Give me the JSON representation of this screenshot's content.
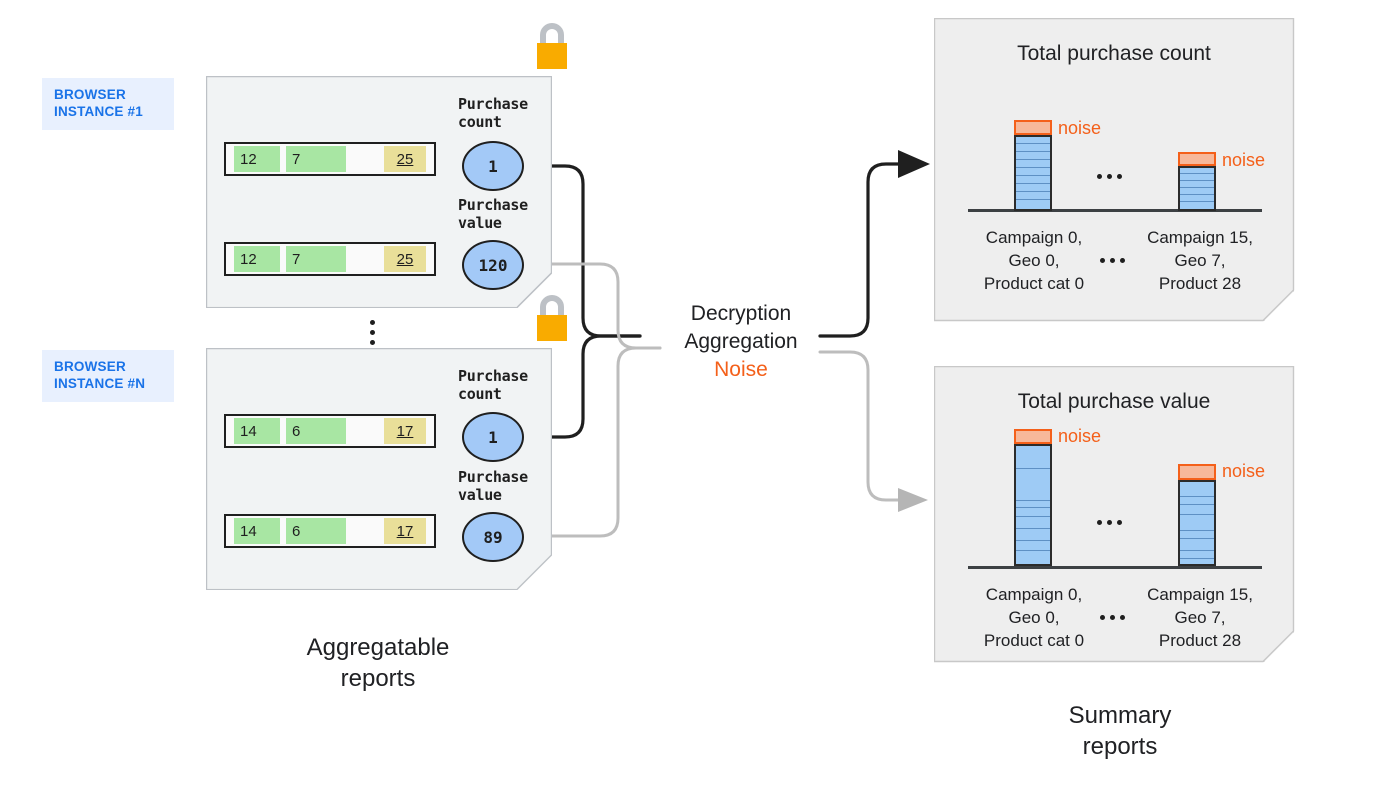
{
  "diagram": {
    "left_caption": "Aggregatable\nreports",
    "right_caption": "Summary\nreports",
    "process_lines": {
      "line1": "Decryption",
      "line2": "Aggregation",
      "line3": "Noise"
    },
    "ellipsis": "⋮",
    "colors": {
      "badge_bg": "#e8f0fe",
      "badge_text": "#1a73e8",
      "card_bg": "#f1f3f4",
      "card_border": "#bdc1c6",
      "cell_green": "#a8e6a3",
      "cell_yellow": "#e9df99",
      "bubble_blue": "#a3c9f7",
      "bar_blue": "#9ecbf5",
      "noise_orange": "#f4601a",
      "noise_fill": "#f7b89a",
      "lock_body": "#f9ab00",
      "lock_shackle": "#bdc1c6",
      "wire_black": "#1f1f1f",
      "wire_gray": "#bdbdbd"
    }
  },
  "browser_instances": [
    {
      "badge_label": "BROWSER\nINSTANCE #1",
      "lock_icon": "padlock-icon",
      "metrics": [
        {
          "label": "Purchase\ncount",
          "value": "1",
          "row": {
            "key1": "12",
            "key2": "7",
            "value": "25"
          }
        },
        {
          "label": "Purchase\nvalue",
          "value": "120",
          "row": {
            "key1": "12",
            "key2": "7",
            "value": "25"
          }
        }
      ]
    },
    {
      "badge_label": "BROWSER\nINSTANCE #N",
      "lock_icon": "padlock-icon",
      "metrics": [
        {
          "label": "Purchase\ncount",
          "value": "1",
          "row": {
            "key1": "14",
            "key2": "6",
            "value": "17"
          }
        },
        {
          "label": "Purchase\nvalue",
          "value": "89",
          "row": {
            "key1": "14",
            "key2": "6",
            "value": "17"
          }
        }
      ]
    }
  ],
  "chart_data": [
    {
      "type": "bar",
      "title": "Total purchase count",
      "categories": [
        "Campaign 0,\nGeo 0,\nProduct cat 0",
        "Campaign 15,\nGeo 7,\nProduct 28"
      ],
      "values": [
        100,
        56
      ],
      "noise": [
        9,
        9
      ],
      "noise_label": "noise",
      "gap_marker": "...",
      "xlabel": "",
      "ylabel": "",
      "grid": false,
      "legend": "none",
      "segments": [
        9,
        7
      ],
      "segment_note": "uniform horizontal contribution stripes"
    },
    {
      "type": "bar",
      "title": "Total purchase value",
      "categories": [
        "Campaign 0,\nGeo 0,\nProduct cat 0",
        "Campaign 15,\nGeo 7,\nProduct 28"
      ],
      "values": [
        100,
        74
      ],
      "noise": [
        8,
        8
      ],
      "noise_label": "noise",
      "gap_marker": "...",
      "xlabel": "",
      "ylabel": "",
      "grid": false,
      "legend": "none",
      "segments": [
        9,
        7
      ],
      "segment_note": "irregular horizontal contribution stripes"
    }
  ]
}
